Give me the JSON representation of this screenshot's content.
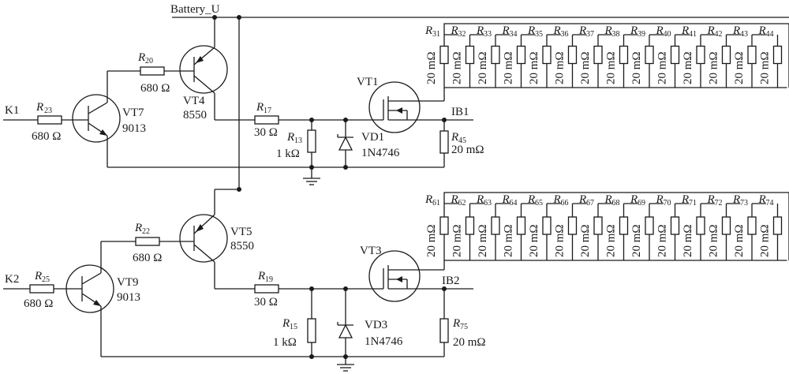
{
  "supply_label": "Battery_U",
  "inputs": {
    "k1": "K1",
    "k2": "K2"
  },
  "outputs": {
    "ib1": "IB1",
    "ib2": "IB2"
  },
  "ohm": "Ω",
  "channels": [
    {
      "id": "ch1",
      "r_in": {
        "letter": "R",
        "sub": "23",
        "value": "680 Ω"
      },
      "npn": {
        "name": "VT7",
        "part": "9013"
      },
      "r_base": {
        "letter": "R",
        "sub": "20",
        "value": "680  Ω"
      },
      "pnp": {
        "name": "VT4",
        "part": "8550"
      },
      "r_gate": {
        "letter": "R",
        "sub": "17",
        "value": "30  Ω"
      },
      "r_pd": {
        "letter": "R",
        "sub": "13",
        "value": "1 kΩ"
      },
      "zener": {
        "name": "VD1",
        "part": "1N4746"
      },
      "mos": {
        "name": "VT1"
      },
      "r_shunt": {
        "letter": "R",
        "sub": "45",
        "value": "20 mΩ"
      },
      "load_letter": "R",
      "load_subs": [
        "31",
        "32",
        "33",
        "34",
        "35",
        "36",
        "37",
        "38",
        "39",
        "40",
        "41",
        "42",
        "43",
        "44"
      ],
      "load_value": "20 mΩ"
    },
    {
      "id": "ch2",
      "r_in": {
        "letter": "R",
        "sub": "25",
        "value": "680  Ω"
      },
      "npn": {
        "name": "VT9",
        "part": "9013"
      },
      "r_base": {
        "letter": "R",
        "sub": "22",
        "value": "680  Ω"
      },
      "pnp": {
        "name": "VT5",
        "part": "8550"
      },
      "r_gate": {
        "letter": "R",
        "sub": "19",
        "value": "30 Ω"
      },
      "r_pd": {
        "letter": "R",
        "sub": "15",
        "value": "1 kΩ"
      },
      "zener": {
        "name": "VD3",
        "part": "1N4746"
      },
      "mos": {
        "name": "VT3"
      },
      "r_shunt": {
        "letter": "R",
        "sub": "75",
        "value": "20 mΩ"
      },
      "load_letter": "R",
      "load_subs": [
        "61",
        "62",
        "63",
        "64",
        "65",
        "66",
        "67",
        "68",
        "69",
        "70",
        "71",
        "72",
        "73",
        "74"
      ],
      "load_value": "20 mΩ"
    }
  ]
}
